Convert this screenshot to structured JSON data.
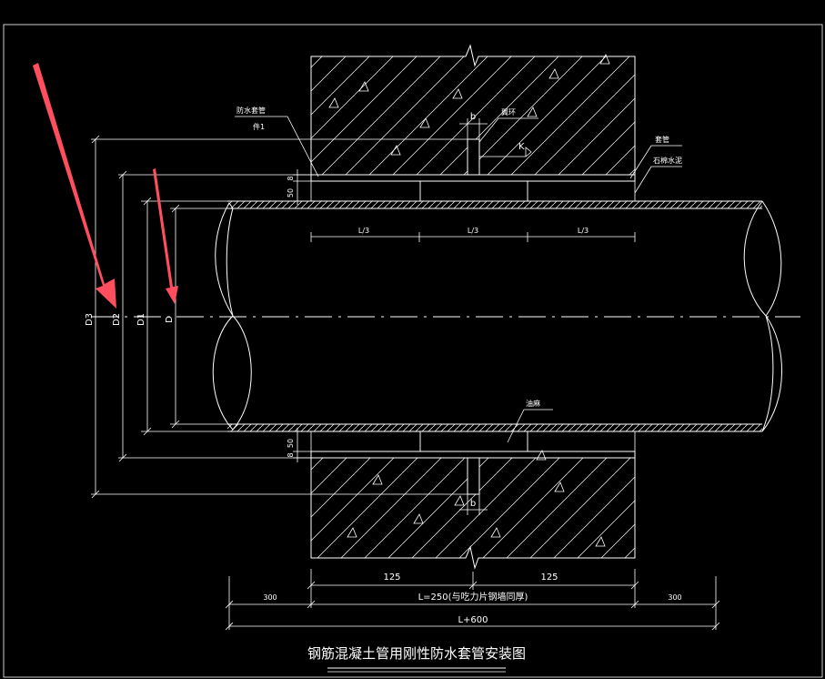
{
  "title": "钢筋混凝土管用刚性防水套管安装图",
  "labels": {
    "waterproof_sleeve": "防水套管",
    "part1": "件1",
    "rib_ring": "翼环",
    "k": "K",
    "b_top": "b",
    "b_bottom": "b",
    "sleeve": "套管",
    "asbestos_cement": "石棉水泥",
    "oakum": "油麻"
  },
  "dims": {
    "d3": "D3",
    "d2": "D2",
    "d1": "D1",
    "d": "D",
    "top_50": "50",
    "top_8": "8",
    "bot_50": "50",
    "bot_8": "8",
    "third_1": "L/3",
    "third_2": "L/3",
    "third_3": "L/3",
    "left_125": "125",
    "right_125": "125",
    "l250": "L=250(与吃力片钢墙同厚)",
    "left_300": "300",
    "right_300": "300",
    "l600": "L+600"
  },
  "colors": {
    "background": "#000000",
    "lines": "#ffffff",
    "annotation_arrows": "#ff4f5f"
  }
}
